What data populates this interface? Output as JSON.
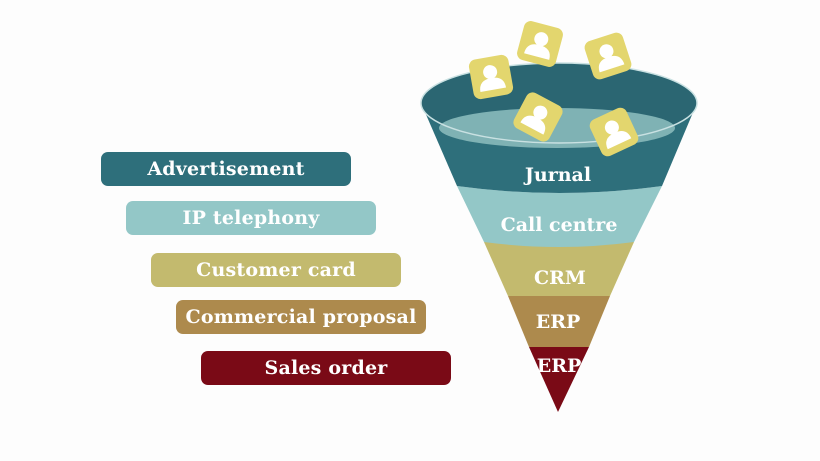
{
  "legend": {
    "items": [
      {
        "label": "Advertisement",
        "color": "#2e6f7b"
      },
      {
        "label": "IP telephony",
        "color": "#93c7c7"
      },
      {
        "label": "Customer card",
        "color": "#c3ba6e"
      },
      {
        "label": "Commercial proposal",
        "color": "#ad8a4d"
      },
      {
        "label": "Sales order",
        "color": "#7a0a16"
      }
    ]
  },
  "funnel": {
    "stages": [
      {
        "label": "Jurnal",
        "color": "#2e6f7b"
      },
      {
        "label": "Call centre",
        "color": "#93c7c7"
      },
      {
        "label": "CRM",
        "color": "#c3ba6e"
      },
      {
        "label": "ERP",
        "color": "#ad8a4d"
      },
      {
        "label": "ERP",
        "color": "#7a0a16"
      }
    ],
    "rim_color": "#2b6672",
    "inner_color": "#7fb2b4"
  },
  "icons": {
    "name": "user-icon",
    "color": "#e3d66e"
  }
}
